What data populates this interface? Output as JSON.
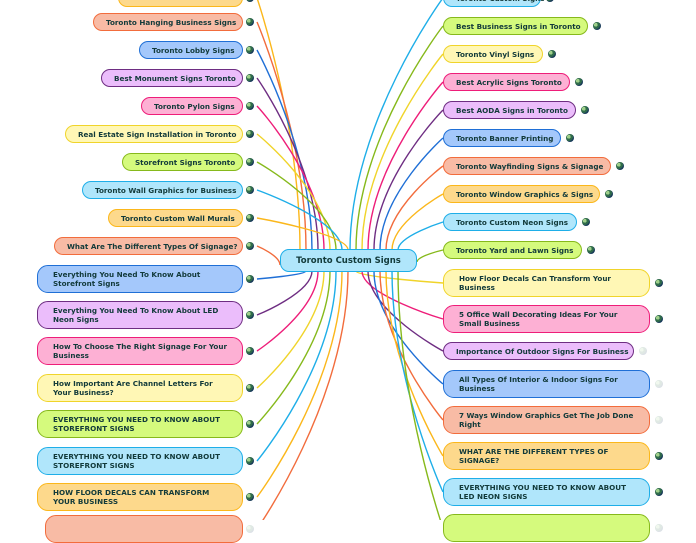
{
  "center": {
    "label": "Toronto Custom Signs"
  },
  "palette": {
    "gold": [
      "#fdd98c",
      "#fbb71b"
    ],
    "peach": [
      "#f8bba5",
      "#f26c3c"
    ],
    "blue": [
      "#a4c8fb",
      "#1f6fd6"
    ],
    "purple": [
      "#ebbdfb",
      "#6e2d82"
    ],
    "pink": [
      "#fdb0d4",
      "#ee1d79"
    ],
    "yellow": [
      "#fff7b5",
      "#f0d42a"
    ],
    "green": [
      "#d5fa7d",
      "#86b91b"
    ],
    "cyan": [
      "#b0e6fb",
      "#1eaee8"
    ]
  },
  "left_nodes": [
    {
      "label": "",
      "color": "gold",
      "globe": true
    },
    {
      "label": "Toronto Hanging Business Signs",
      "color": "peach",
      "globe": true
    },
    {
      "label": "Toronto Lobby Signs",
      "color": "blue",
      "globe": true
    },
    {
      "label": "Best Monument Signs Toronto",
      "color": "purple",
      "globe": true
    },
    {
      "label": "Toronto Pylon Signs",
      "color": "pink",
      "globe": true
    },
    {
      "label": "Real Estate Sign Installation in Toronto",
      "color": "yellow",
      "globe": true
    },
    {
      "label": "Storefront Signs Toronto",
      "color": "green",
      "globe": true
    },
    {
      "label": "Toronto Wall Graphics for Business",
      "color": "cyan",
      "globe": true
    },
    {
      "label": "Toronto Custom Wall Murals",
      "color": "gold",
      "globe": true
    },
    {
      "label": "What Are The Different Types Of Signage?",
      "color": "peach",
      "globe": true
    },
    {
      "label": "Everything You Need To Know About Storefront Signs",
      "color": "blue",
      "globe": true
    },
    {
      "label": "Everything You Need To Know About LED Neon Signs",
      "color": "purple",
      "globe": true
    },
    {
      "label": "How To Choose The Right Signage For Your Business",
      "color": "pink",
      "globe": true
    },
    {
      "label": "How Important Are Channel Letters For Your Business?",
      "color": "yellow",
      "globe": true
    },
    {
      "label": "EVERYTHING YOU NEED TO KNOW ABOUT STOREFRONT SIGNS",
      "color": "green",
      "globe": true
    },
    {
      "label": "EVERYTHING YOU NEED TO KNOW ABOUT STOREFRONT SIGNS",
      "color": "cyan",
      "globe": true
    },
    {
      "label": "HOW FLOOR DECALS CAN TRANSFORM YOUR BUSINESS",
      "color": "gold",
      "globe": true
    },
    {
      "label": "",
      "color": "peach",
      "globe": false
    }
  ],
  "right_nodes": [
    {
      "label": "Toronto Custom Signs",
      "color": "cyan",
      "globe": true
    },
    {
      "label": "Best Business Signs in Toronto",
      "color": "green",
      "globe": true
    },
    {
      "label": "Toronto Vinyl Signs",
      "color": "yellow",
      "globe": true
    },
    {
      "label": "Best Acrylic Signs Toronto",
      "color": "pink",
      "globe": true
    },
    {
      "label": "Best AODA Signs in Toronto",
      "color": "purple",
      "globe": true
    },
    {
      "label": "Toronto Banner Printing",
      "color": "blue",
      "globe": true
    },
    {
      "label": "Toronto Wayfinding Signs & Signage",
      "color": "peach",
      "globe": true
    },
    {
      "label": "Toronto Window Graphics & Signs",
      "color": "gold",
      "globe": true
    },
    {
      "label": "Toronto Custom Neon Signs",
      "color": "cyan",
      "globe": true
    },
    {
      "label": "Toronto Yard and Lawn Signs",
      "color": "green",
      "globe": true
    },
    {
      "label": "How Floor Decals Can Transform Your Business",
      "color": "yellow",
      "globe": true
    },
    {
      "label": "5 Office Wall Decorating Ideas For Your Small Business",
      "color": "pink",
      "globe": true
    },
    {
      "label": "Importance Of Outdoor Signs For Business",
      "color": "purple",
      "globe": false
    },
    {
      "label": "All Types Of Interior & Indoor Signs For Business",
      "color": "blue",
      "globe": false
    },
    {
      "label": "7 Ways Window Graphics Get The Job Done Right",
      "color": "peach",
      "globe": false
    },
    {
      "label": "WHAT ARE THE DIFFERENT TYPES OF SIGNAGE?",
      "color": "gold",
      "globe": true
    },
    {
      "label": "EVERYTHING YOU NEED TO KNOW ABOUT LED NEON SIGNS",
      "color": "cyan",
      "globe": true
    },
    {
      "label": "",
      "color": "green",
      "globe": false
    }
  ]
}
